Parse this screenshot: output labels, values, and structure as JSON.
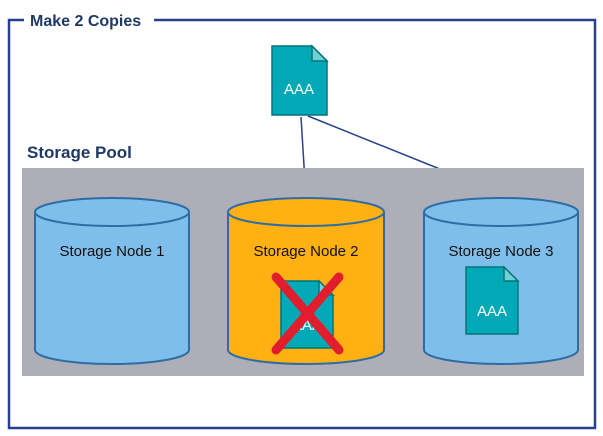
{
  "title": "Make 2 Copies",
  "pool": {
    "label": "Storage Pool"
  },
  "source_document": {
    "icon": "file-icon",
    "label": "AAA"
  },
  "arrows": [
    {
      "name": "arrow-to-node2",
      "from": "source-document",
      "to": "Storage Node 2"
    },
    {
      "name": "arrow-to-node3",
      "from": "source-document",
      "to": "Storage Node 3"
    }
  ],
  "nodes": [
    {
      "label": "Storage Node 1",
      "fill": "blue",
      "document": null
    },
    {
      "label": "Storage Node 2",
      "fill": "orange",
      "document": {
        "icon": "file-icon",
        "label": "AAA",
        "crossed_out": true
      }
    },
    {
      "label": "Storage Node 3",
      "fill": "blue",
      "document": {
        "icon": "file-icon",
        "label": "AAA",
        "crossed_out": false
      }
    }
  ],
  "colors": {
    "frame": "#26418F",
    "title_text": "#1F3864",
    "pool_fill": "#AEAEB8",
    "node_blue": "#7FBEEA",
    "node_orange": "#FFB012",
    "document_teal": "#00A9B5",
    "document_fold": "#6FD0D6",
    "cross_red": "#E11D2E",
    "arrow": "#26418F"
  }
}
